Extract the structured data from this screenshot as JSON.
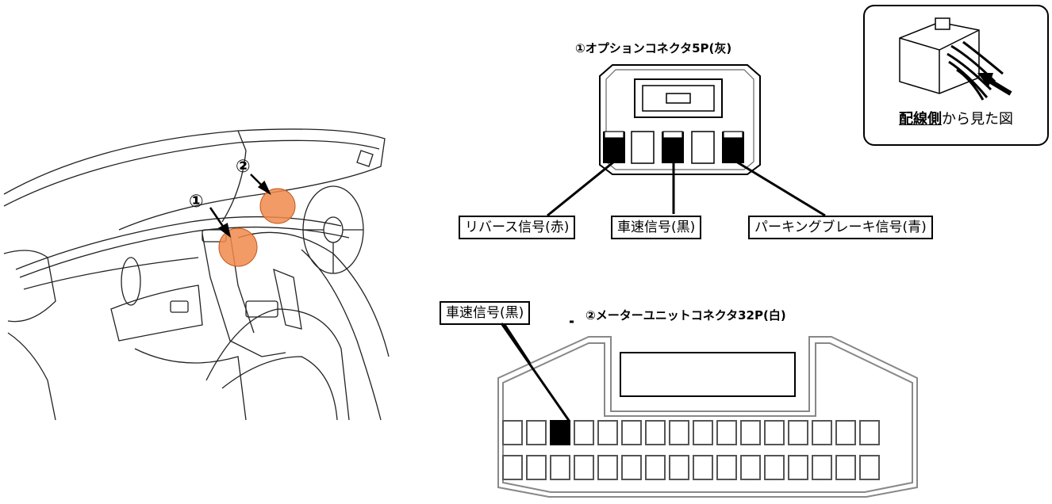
{
  "car": {
    "marker_1": "①",
    "marker_2": "②",
    "highlight_color": "#f08a4b"
  },
  "option_connector": {
    "title": "①オプションコネクタ5P(灰)",
    "pins": [
      "filled",
      "empty",
      "filled",
      "empty",
      "filled"
    ],
    "labels": {
      "reverse": "リバース信号(赤)",
      "speed": "車速信号(黒)",
      "parking": "パーキングブレーキ信号(青)"
    }
  },
  "inset": {
    "caption_emph": "配線側",
    "caption_rest": "から見た図"
  },
  "meter_connector": {
    "title": "②メーターユニットコネクタ32P(白)",
    "speed_label": "車速信号(黒)",
    "row_count": 2,
    "pins_per_row": 16,
    "filled_pin": {
      "row": 1,
      "index": 3
    }
  }
}
